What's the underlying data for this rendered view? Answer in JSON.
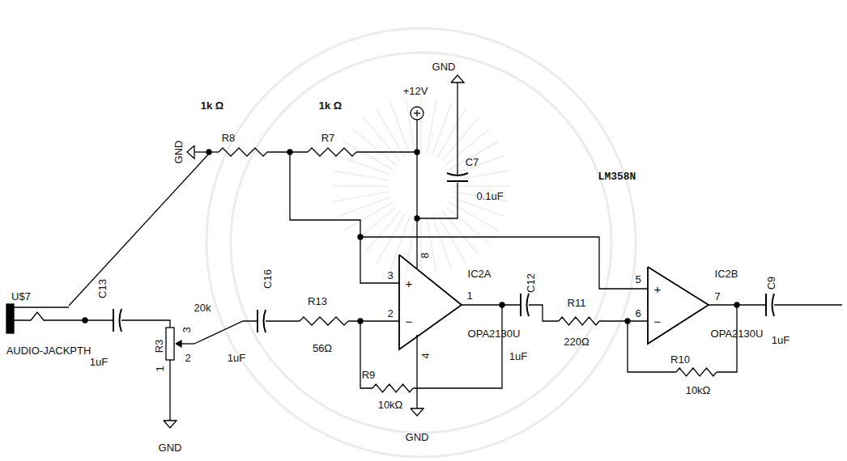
{
  "diagram": {
    "labels": [
      "1k Ω",
      "R8",
      "GND",
      "1k Ω",
      "R7",
      "+12V",
      "GND",
      "C7",
      "0.1uF",
      "LM358N",
      "U$7",
      "C13",
      "AUDIO-JACKPTH",
      "1uF",
      "20k",
      "3",
      "2",
      "R3",
      "1",
      "GND",
      "C16",
      "1uF",
      "R13",
      "56Ω",
      "3",
      "2",
      "+",
      "−",
      "8",
      "4",
      "1",
      "IC2A",
      "OPA2130U",
      "GND",
      "R9",
      "10kΩ",
      "C12",
      "1uF",
      "R11",
      "220Ω",
      "5",
      "6",
      "+",
      "−",
      "IC2B",
      "7",
      "OPA2130U",
      "R10",
      "10kΩ",
      "C9",
      "1uF"
    ]
  }
}
